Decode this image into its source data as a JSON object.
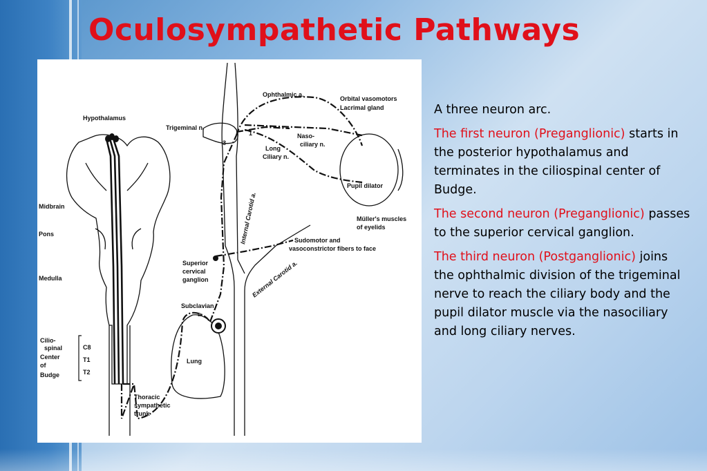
{
  "slide": {
    "title": "Oculosympathetic Pathways"
  },
  "figure_labels": {
    "hypothalamus": "Hypothalamus",
    "trigeminal": "Trigeminal n.",
    "ophthalmic": "Ophthalmic a.",
    "orbital_vasomotors": "Orbital vasomotors",
    "lacrimal_gland": "Lacrimal gland",
    "naso_ciliary_1": "Naso-",
    "naso_ciliary_2": "ciliary n.",
    "long_ciliary_1": "Long",
    "long_ciliary_2": "Ciliary n.",
    "pupil_dilator": "Pupil dilator",
    "mullers_1": "Müller's muscles",
    "mullers_2": "of eyelids",
    "internal_carotid": "Internal Carotid a.",
    "sudomotor_1": "Sudomotor and",
    "sudomotor_2": "vasoconstrictor fibers to face",
    "external_carotid": "External Carotid a.",
    "midbrain": "Midbrain",
    "pons": "Pons",
    "medulla": "Medulla",
    "superior_1": "Superior",
    "superior_2": "cervical",
    "superior_3": "ganglion",
    "subclavian_1": "Subclavian",
    "subclavian_2": "a.",
    "lung": "Lung",
    "ciliospinal_1": "Cilio-",
    "ciliospinal_2": "spinal",
    "ciliospinal_3": "Center",
    "ciliospinal_4": "of",
    "ciliospinal_5": "Budge",
    "c8": "C8",
    "t1": "T1",
    "t2": "T2",
    "thoracic_1": "Thoracic",
    "thoracic_2": "sympathetic",
    "thoracic_3": "trunk",
    "num_1": "1",
    "num_3": "3"
  },
  "text": {
    "intro": "A three neuron arc.",
    "n1_head": "The first neuron (Preganglionic)",
    "n1_body": "starts in the posterior hypothalamus and terminates in the ciliospinal center of Budge.",
    "n2_head": "The second neuron (Preganglionic)",
    "n2_body": "passes to the superior cervical ganglion.",
    "n3_head": "The third neuron (Postganglionic)",
    "n3_body": "joins the ophthalmic division of the trigeminal nerve to reach the ciliary body and the pupil dilator muscle via the nasociliary and long ciliary nerves."
  },
  "colors": {
    "title": "#e0101a",
    "highlight": "#e0101a",
    "body_text": "#000000"
  }
}
